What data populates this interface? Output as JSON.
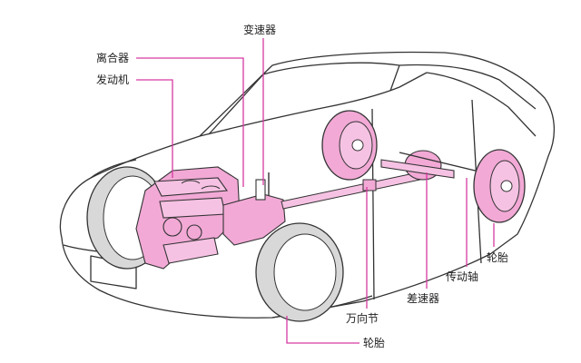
{
  "colors": {
    "accent": "#d63aa0",
    "part_fill": "#f2a9d6",
    "outline": "#333333",
    "tire_fill": "#d8d8d8"
  },
  "labels": {
    "clutch": "离合器",
    "engine": "发动机",
    "transmission": "变速器",
    "universal_joint": "万向节",
    "differential": "差速器",
    "drive_shaft": "传动轴",
    "tire_rear": "轮胎",
    "tire_front": "轮胎"
  }
}
